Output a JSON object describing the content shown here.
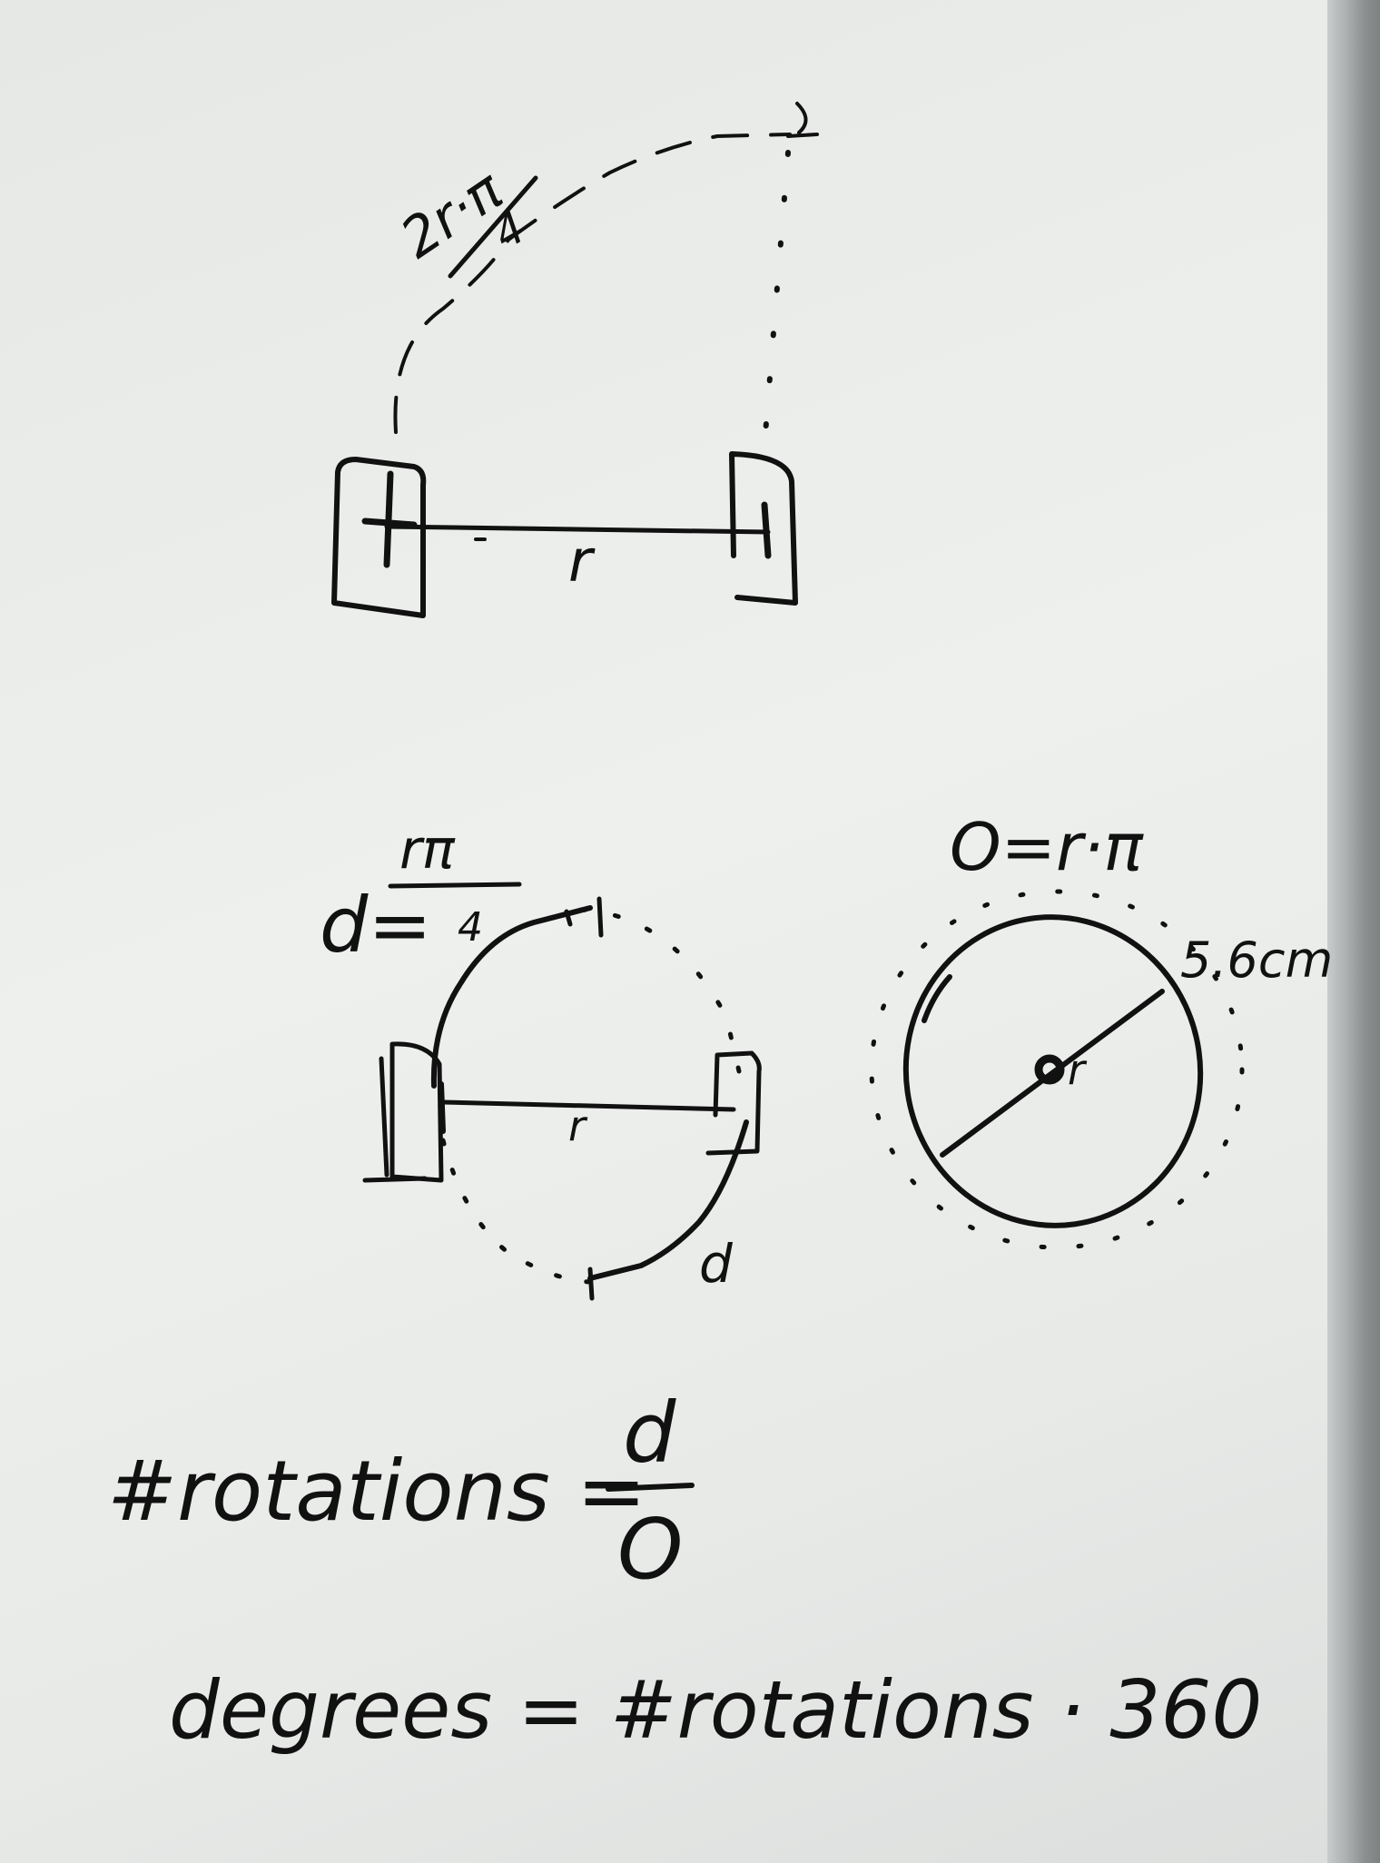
{
  "diagram1": {
    "arc_label_num": "2r·π",
    "arc_label_den": "4",
    "radius_label": "r"
  },
  "diagram2": {
    "d_prefix": "d=",
    "d_num": "rπ",
    "d_den": "4",
    "radius_label": "r",
    "arc_label": "d"
  },
  "diagram3": {
    "circumference_formula": "O=r·π",
    "length_label": "5.6cm",
    "radius_label": "r"
  },
  "formulas": {
    "rotations_lhs": "#rotations =",
    "rotations_num": "d",
    "rotations_den": "O",
    "degrees_formula": "degrees = #rotations · 360"
  }
}
